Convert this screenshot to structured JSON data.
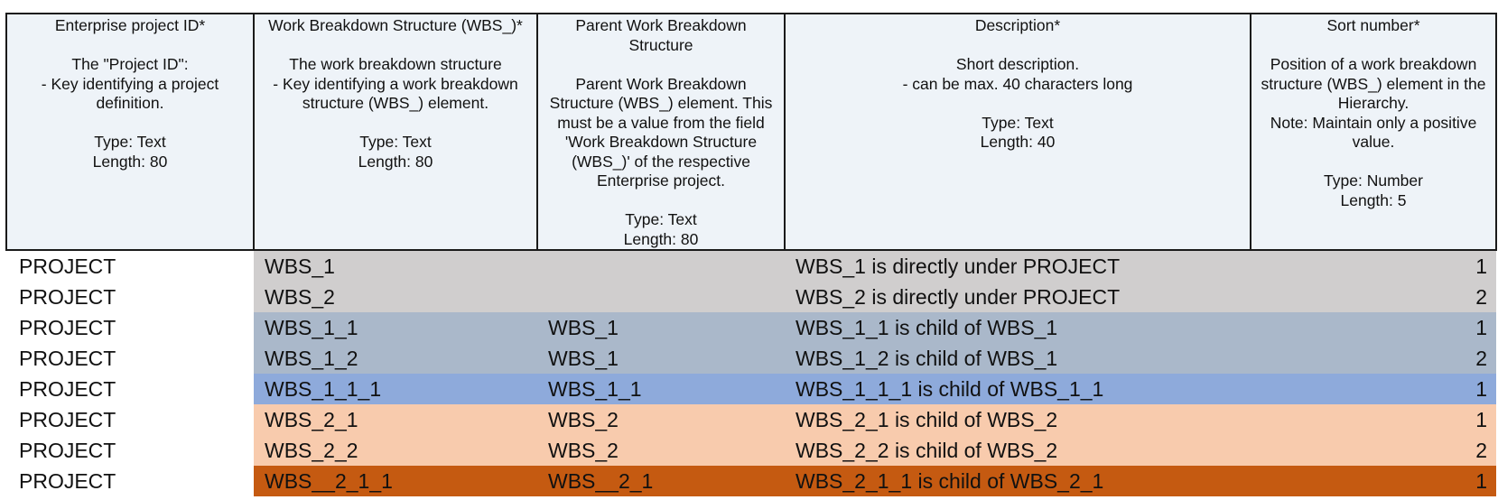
{
  "columns": [
    {
      "key": "project_id",
      "text": "Enterprise project ID*\n\nThe \"Project ID\":\n- Key identifying a project definition.\n\nType: Text\nLength: 80"
    },
    {
      "key": "wbs",
      "text": "Work Breakdown Structure (WBS_)*\n\nThe work breakdown structure\n- Key identifying a work breakdown structure (WBS_) element.\n\nType: Text\nLength: 80"
    },
    {
      "key": "parent_wbs",
      "text": "Parent Work Breakdown Structure\n\nParent Work Breakdown Structure (WBS_) element. This must be a value from the field 'Work Breakdown Structure (WBS_)' of the respective Enterprise project.\n\nType: Text\nLength: 80"
    },
    {
      "key": "description",
      "text": "Description*\n\nShort description.\n- can be max. 40 characters long\n\nType: Text\nLength: 40"
    },
    {
      "key": "sort_number",
      "text": "Sort number*\n\nPosition of a work breakdown structure (WBS_) element in the Hierarchy.\nNote: Maintain only a positive value.\n\nType: Number\nLength: 5"
    }
  ],
  "rows": [
    {
      "project_id": "PROJECT",
      "wbs": "WBS_1",
      "parent_wbs": "",
      "description": "WBS_1 is directly under PROJECT",
      "sort_number": "1",
      "fill": "#d0cece"
    },
    {
      "project_id": "PROJECT",
      "wbs": "WBS_2",
      "parent_wbs": "",
      "description": "WBS_2 is directly under PROJECT",
      "sort_number": "2",
      "fill": "#d0cece"
    },
    {
      "project_id": "PROJECT",
      "wbs": "WBS_1_1",
      "parent_wbs": "WBS_1",
      "description": "WBS_1_1 is child of WBS_1",
      "sort_number": "1",
      "fill": "#aab8ca"
    },
    {
      "project_id": "PROJECT",
      "wbs": "WBS_1_2",
      "parent_wbs": "WBS_1",
      "description": "WBS_1_2 is child of WBS_1",
      "sort_number": "2",
      "fill": "#aab8ca"
    },
    {
      "project_id": "PROJECT",
      "wbs": "WBS_1_1_1",
      "parent_wbs": "WBS_1_1",
      "description": "WBS_1_1_1 is child of WBS_1_1",
      "sort_number": "1",
      "fill": "#8eaadb"
    },
    {
      "project_id": "PROJECT",
      "wbs": "WBS_2_1",
      "parent_wbs": "WBS_2",
      "description": "WBS_2_1 is child of WBS_2",
      "sort_number": "1",
      "fill": "#f8cbad"
    },
    {
      "project_id": "PROJECT",
      "wbs": "WBS_2_2",
      "parent_wbs": "WBS_2",
      "description": "WBS_2_2 is child of WBS_2",
      "sort_number": "2",
      "fill": "#f8cbad"
    },
    {
      "project_id": "PROJECT",
      "wbs": "WBS__2_1_1",
      "parent_wbs": "WBS__2_1",
      "description": "WBS_2_1_1 is child of WBS_2_1",
      "sort_number": "1",
      "fill": "#c55a11"
    }
  ]
}
